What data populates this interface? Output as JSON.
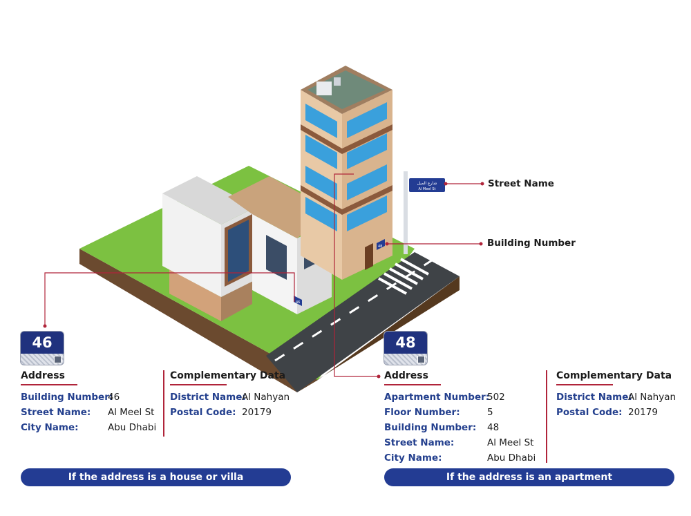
{
  "callouts": {
    "street_name": "Street Name",
    "building_number": "Building Number"
  },
  "street_sign": {
    "arabic": "شارع الميل",
    "english": "Al Meel St"
  },
  "door_plates": {
    "house": "46",
    "tower": "48"
  },
  "house": {
    "plate_number": "46",
    "address_title": "Address",
    "address_rows": [
      {
        "label": "Building Number:",
        "value": "46"
      },
      {
        "label": "Street Name:",
        "value": "Al Meel St"
      },
      {
        "label": "City Name:",
        "value": "Abu Dhabi"
      }
    ],
    "complementary_title": "Complementary Data",
    "complementary_rows": [
      {
        "label": "District Name:",
        "value": "Al Nahyan"
      },
      {
        "label": "Postal Code:",
        "value": "20179"
      }
    ],
    "caption": "If the address is a house or villa"
  },
  "apartment": {
    "plate_number": "48",
    "address_title": "Address",
    "address_rows": [
      {
        "label": "Apartment Number:",
        "value": "502"
      },
      {
        "label": "Floor Number:",
        "value": "5"
      },
      {
        "label": "Building Number:",
        "value": "48"
      },
      {
        "label": "Street Name:",
        "value": "Al Meel St"
      },
      {
        "label": "City Name:",
        "value": "Abu Dhabi"
      }
    ],
    "complementary_title": "Complementary Data",
    "complementary_rows": [
      {
        "label": "District Name:",
        "value": "Al Nahyan"
      },
      {
        "label": "Postal Code:",
        "value": "20179"
      }
    ],
    "caption": "If the address is an apartment"
  },
  "colors": {
    "navy": "#233c93",
    "accent_red": "#b0243a",
    "label_blue": "#24408e",
    "grass": "#7cc141",
    "road": "#3f4347"
  }
}
